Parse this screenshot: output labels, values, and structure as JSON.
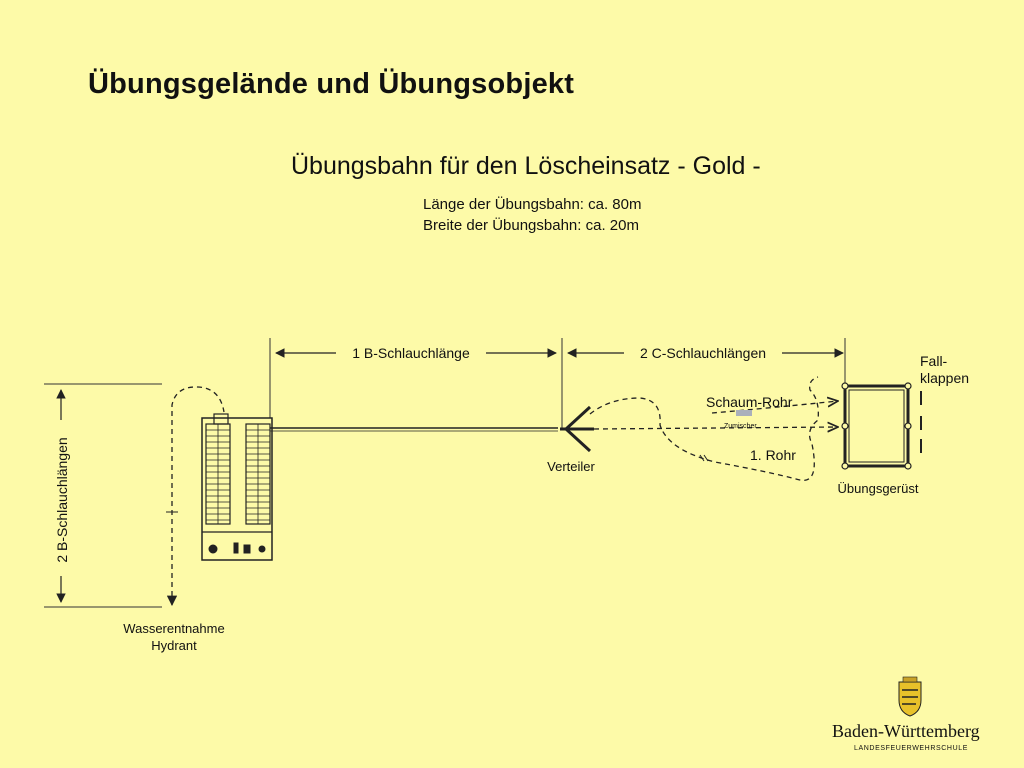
{
  "slide": {
    "title": "Übungsgelände und Übungsobjekt"
  },
  "diagram": {
    "title": "Übungsbahn für den Löscheinsatz - Gold -",
    "info": [
      "Länge der Übungsbahn: ca. 80m",
      "Breite der Übungsbahn: ca. 20m"
    ],
    "labels": {
      "b_hose": "1 B-Schlauchlänge",
      "c_hoses": "2 C-Schlauchlängen",
      "b_hoses_vertical": "2 B-Schlauchlängen",
      "flaps_1": "Fall-",
      "flaps_2": "klappen",
      "foam_pipe": "Schaum-Rohr",
      "mixer": "Zumischer",
      "pipe_1": "1. Rohr",
      "distributor": "Verteiler",
      "scaffold": "Übungsgerüst",
      "water_1": "Wasserentnahme",
      "water_2": "Hydrant"
    }
  },
  "logo": {
    "name": "Baden-Württemberg",
    "subtitle": "LANDESFEUERWEHRSCHULE"
  },
  "colors": {
    "background": "#fdfaa8",
    "line": "#222222"
  }
}
